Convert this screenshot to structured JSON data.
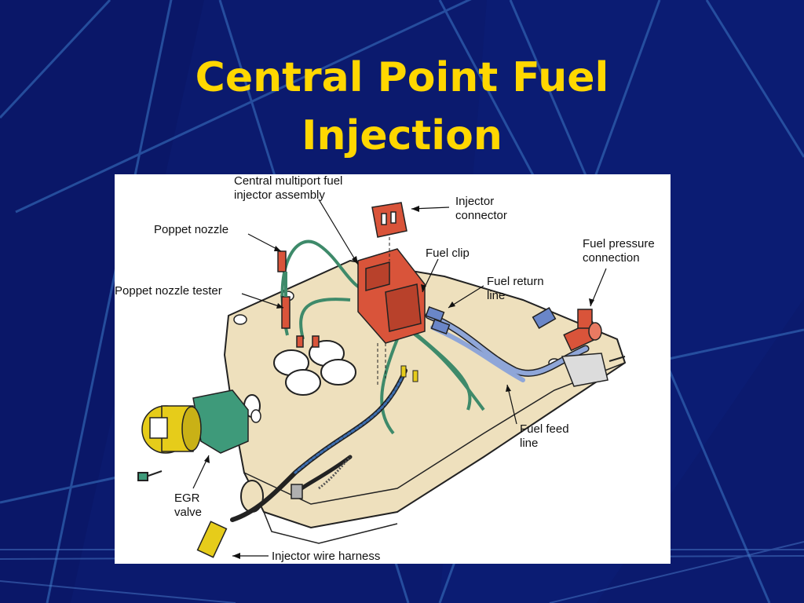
{
  "slide": {
    "title_line1": "Central Point Fuel",
    "title_line2": "Injection"
  },
  "colors": {
    "background": "#0b1a6e",
    "title": "#ffd700",
    "manifold": "#eee0bd",
    "injector": "#d9543a",
    "egr_yellow": "#e6cc1a",
    "egr_green": "#3e9a7a",
    "fuel_line": "#8fa6d8"
  },
  "labels": {
    "central_injector": "Central multiport fuel\ninjector assembly",
    "injector_connector": "Injector\nconnector",
    "poppet_nozzle": "Poppet nozzle",
    "fuel_clip": "Fuel clip",
    "fuel_pressure": "Fuel pressure\nconnection",
    "fuel_return": "Fuel return\nline",
    "poppet_tester": "Poppet nozzle tester",
    "fuel_feed": "Fuel feed\nline",
    "egr_valve": "EGR\nvalve",
    "wire_harness": "Injector wire harness"
  }
}
